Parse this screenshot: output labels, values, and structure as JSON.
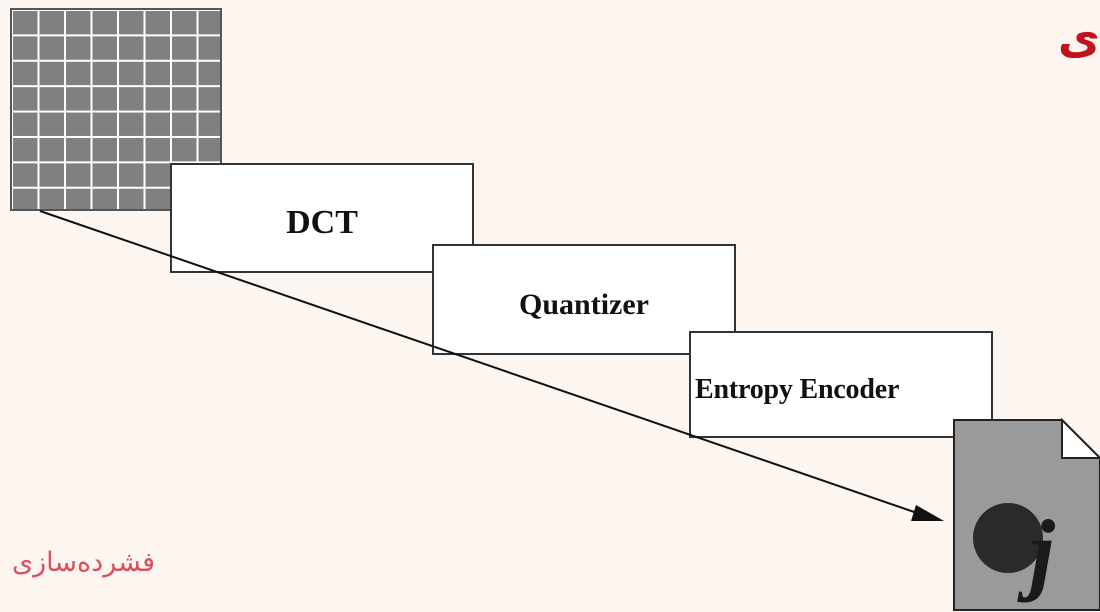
{
  "diagram": {
    "stages": [
      {
        "label": "DCT"
      },
      {
        "label": "Quantizer"
      },
      {
        "label": "Entropy Encoder"
      }
    ],
    "file_icon_glyph": "j",
    "title_fragment": "ی",
    "footer_label": "فشرده‌سازی"
  },
  "colors": {
    "background": "#fdf5ef",
    "title": "#c1121f",
    "footer": "#d9505f",
    "grid_fill": "#808080"
  },
  "icons": {
    "source_image": "pixel-grid-icon",
    "output_file": "jpeg-file-icon"
  }
}
